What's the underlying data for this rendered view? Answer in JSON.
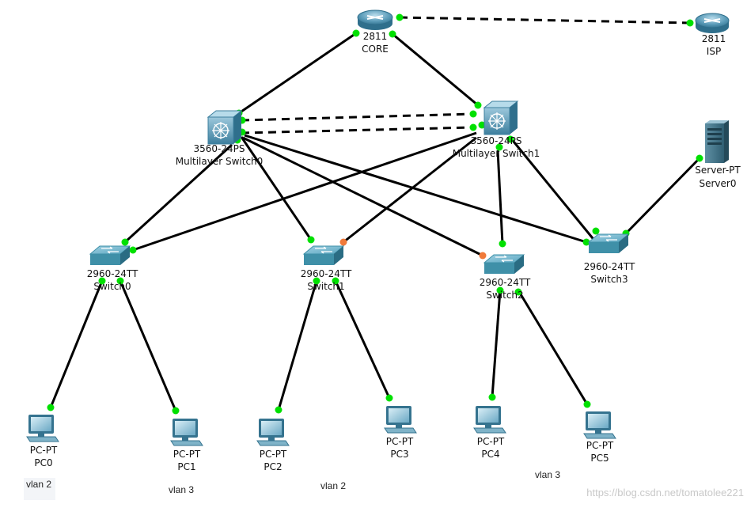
{
  "devices": {
    "core": {
      "model": "2811",
      "name": "CORE"
    },
    "isp": {
      "model": "2811",
      "name": "ISP"
    },
    "msw0": {
      "model": "3560-24PS",
      "name": "Multilayer Switch0"
    },
    "msw1": {
      "model": "3560-24PS",
      "name": "Multilayer Switch1"
    },
    "server0": {
      "model": "Server-PT",
      "name": "Server0"
    },
    "sw0": {
      "model": "2960-24TT",
      "name": "Switch0"
    },
    "sw1": {
      "model": "2960-24TT",
      "name": "Switch1"
    },
    "sw2": {
      "model": "2960-24TT",
      "name": "Switch2"
    },
    "sw3": {
      "model": "2960-24TT",
      "name": "Switch3"
    },
    "pc0": {
      "model": "PC-PT",
      "name": "PC0"
    },
    "pc1": {
      "model": "PC-PT",
      "name": "PC1"
    },
    "pc2": {
      "model": "PC-PT",
      "name": "PC2"
    },
    "pc3": {
      "model": "PC-PT",
      "name": "PC3"
    },
    "pc4": {
      "model": "PC-PT",
      "name": "PC4"
    },
    "pc5": {
      "model": "PC-PT",
      "name": "PC5"
    }
  },
  "vlan_labels": [
    "vlan 2",
    "vlan 3",
    "vlan 2",
    "vlan 3"
  ],
  "watermark": "https://blog.csdn.net/tomatolee221",
  "colors": {
    "link_up": "#00e000",
    "link_amber": "#f07a3a",
    "router": "#5a9bb8",
    "switch": "#3f90a8"
  }
}
